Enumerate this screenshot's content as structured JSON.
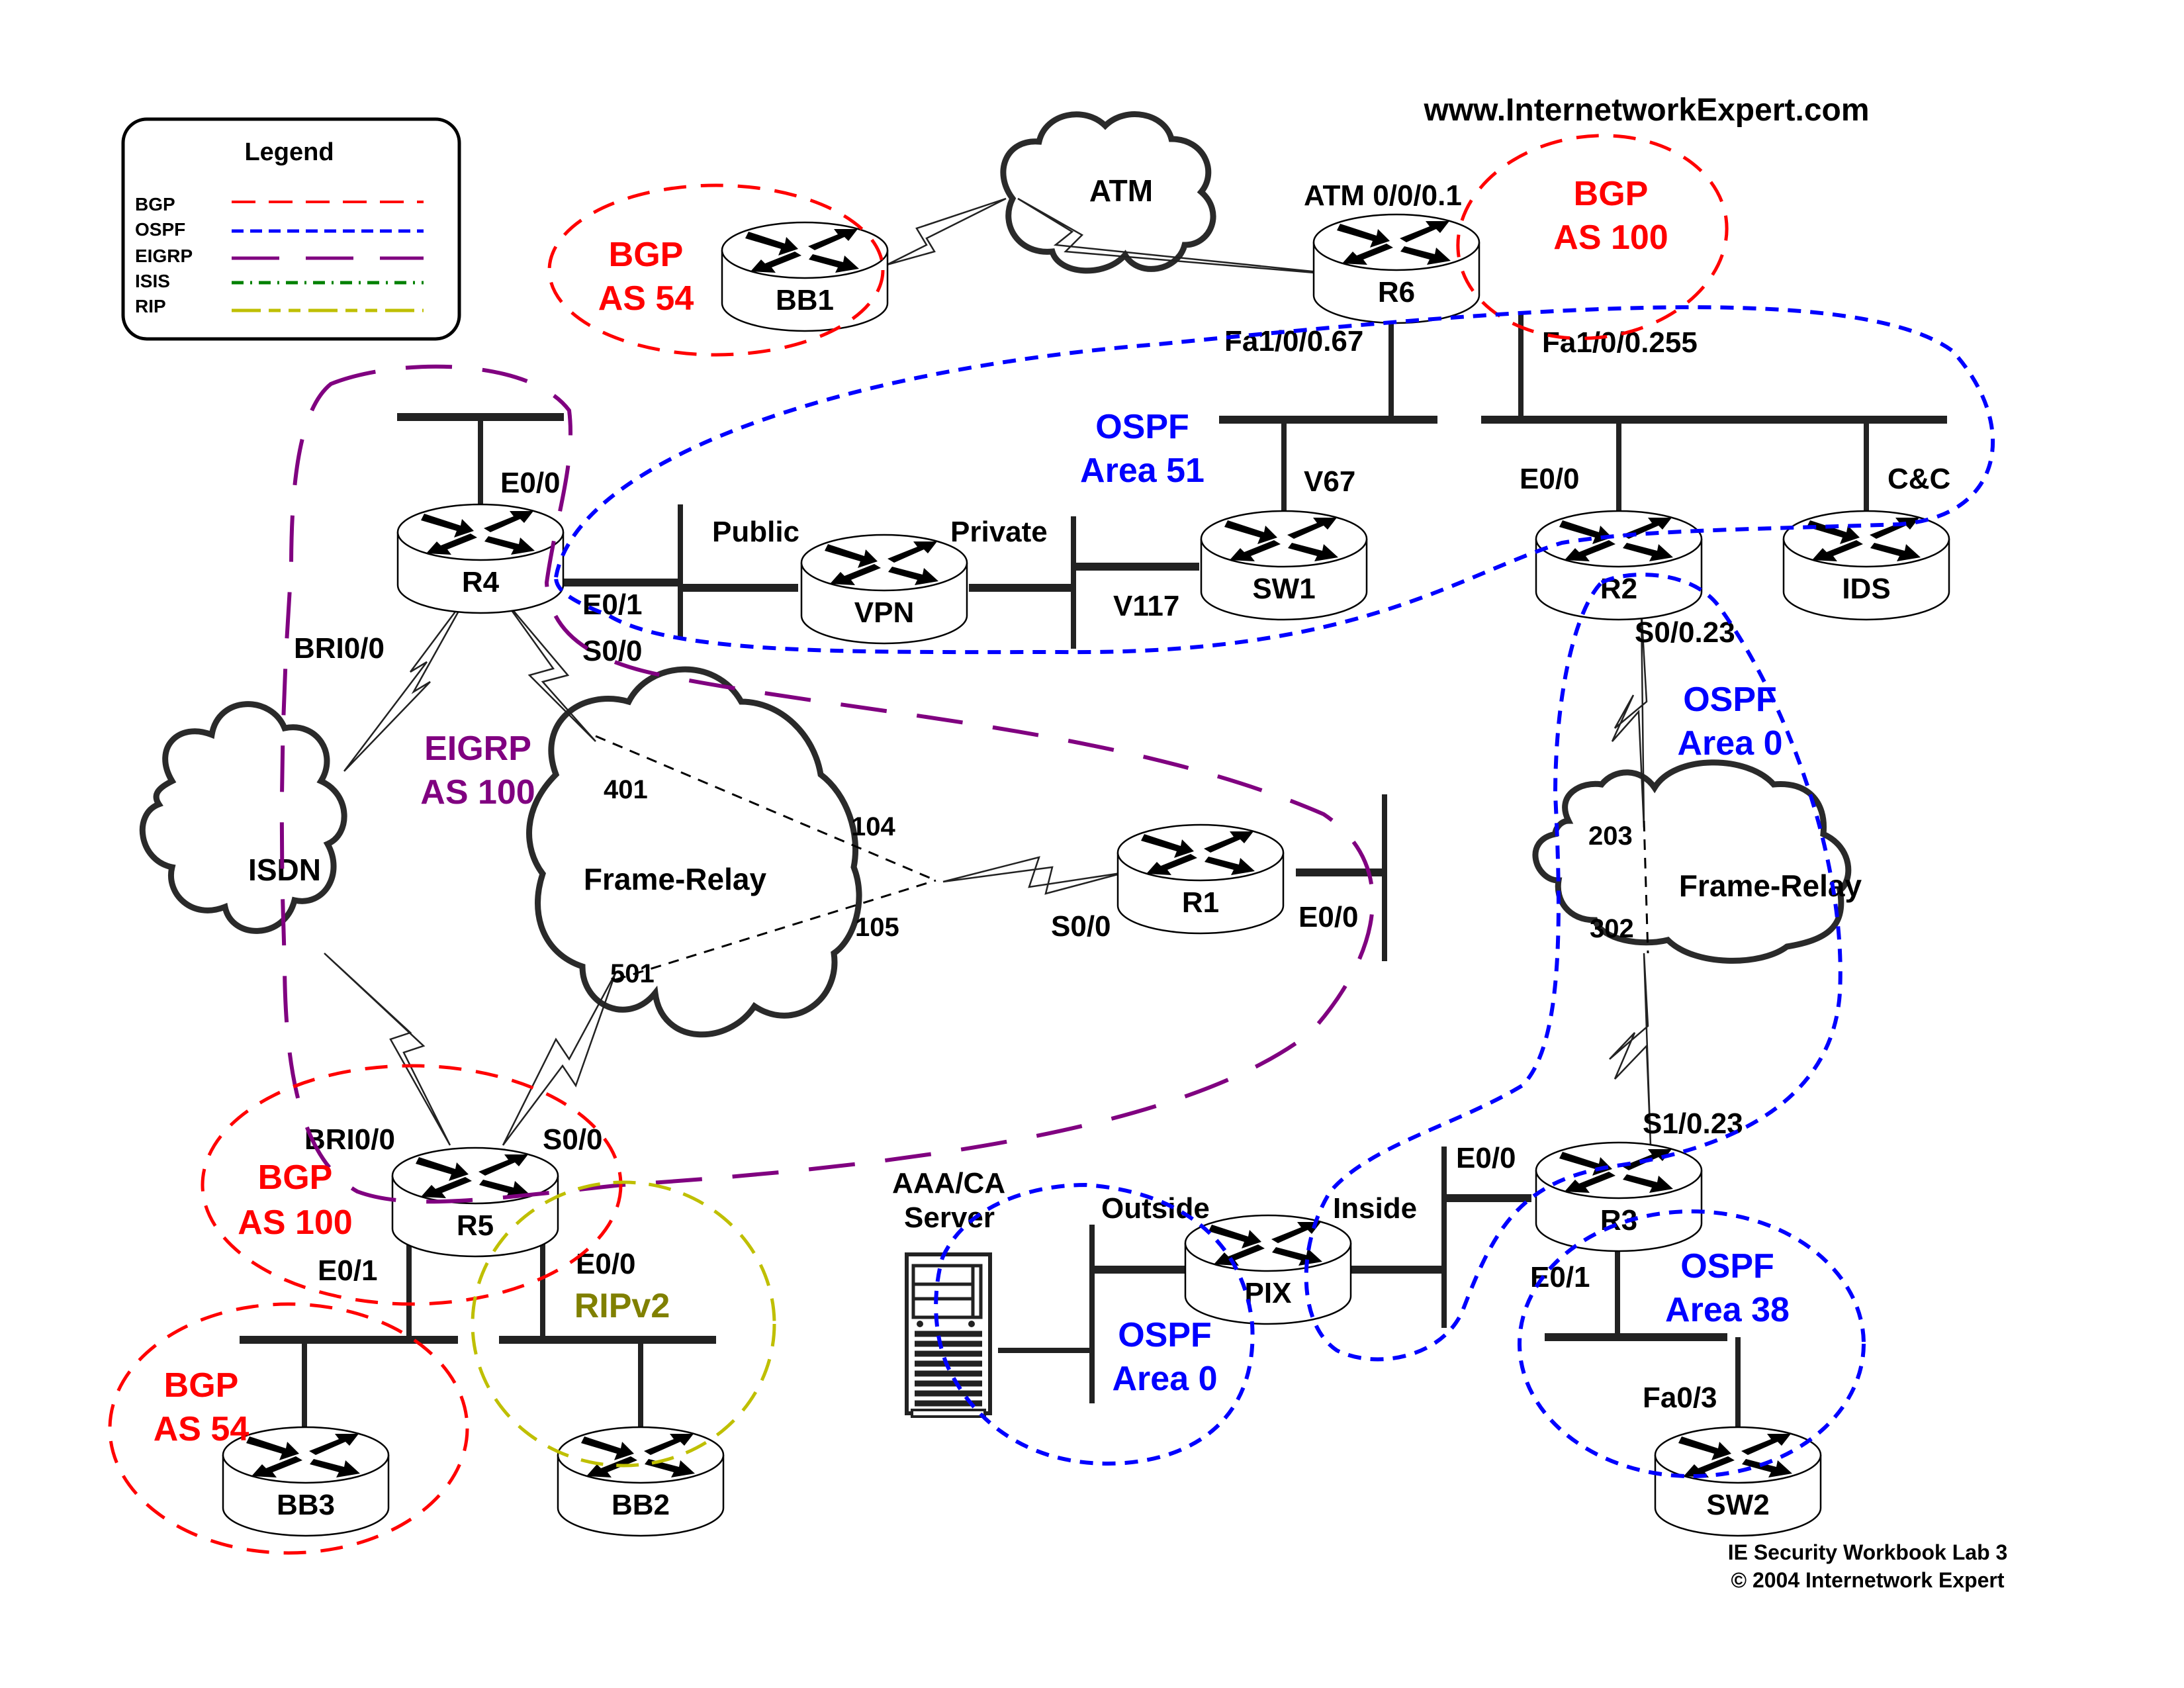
{
  "header": {
    "site": "www.InternetworkExpert.com"
  },
  "footer": {
    "line1": "IE Security Workbook Lab 3",
    "line2": "© 2004 Internetwork Expert"
  },
  "legend": {
    "title": "Legend",
    "items": [
      {
        "label": "BGP",
        "color": "#ff0000",
        "style": "long-dash"
      },
      {
        "label": "OSPF",
        "color": "#0000ff",
        "style": "short-dash"
      },
      {
        "label": "EIGRP",
        "color": "#800080",
        "style": "very-long-dash"
      },
      {
        "label": "ISIS",
        "color": "#008000",
        "style": "dash-dot"
      },
      {
        "label": "RIP",
        "color": "#bfbf00",
        "style": "dash-dot-dot"
      }
    ]
  },
  "colors": {
    "bgp": "#ff0000",
    "ospf": "#0000ff",
    "eigrp": "#800080",
    "rip": "#808000",
    "device": "#000000"
  },
  "devices": {
    "bb1": "BB1",
    "r6": "R6",
    "r4": "R4",
    "vpn": "VPN",
    "sw1": "SW1",
    "r2": "R2",
    "ids": "IDS",
    "r1": "R1",
    "r5": "R5",
    "bb3": "BB3",
    "bb2": "BB2",
    "pix": "PIX",
    "r3": "R3",
    "sw2": "SW2",
    "aaa_line1": "AAA/CA",
    "aaa_line2": "Server"
  },
  "clouds": {
    "atm": "ATM",
    "isdn": "ISDN",
    "fr_left": "Frame-Relay",
    "fr_right": "Frame-Relay"
  },
  "interfaces": {
    "r6_atm": "ATM 0/0/0.1",
    "r6_fa67": "Fa1/0/0.67",
    "r6_fa255": "Fa1/0/0.255",
    "r4_e00": "E0/0",
    "r4_e01": "E0/1",
    "r4_bri": "BRI0/0",
    "r4_s00": "S0/0",
    "vpn_public": "Public",
    "vpn_private": "Private",
    "sw1_v117": "V117",
    "sw1_v67": "V67",
    "r2_e00": "E0/0",
    "ids_cc": "C&C",
    "r2_s0023": "S0/0.23",
    "r1_s00": "S0/0",
    "r1_e00": "E0/0",
    "r5_bri": "BRI0/0",
    "r5_s00": "S0/0",
    "r5_e01": "E0/1",
    "r5_e00": "E0/0",
    "pix_outside": "Outside",
    "pix_inside": "Inside",
    "r3_e00": "E0/0",
    "r3_e01": "E0/1",
    "r3_s1023": "S1/0.23",
    "sw2_fa03": "Fa0/3"
  },
  "dlci": {
    "d401": "401",
    "d104": "104",
    "d105": "105",
    "d501": "501",
    "d203": "203",
    "d302": "302"
  },
  "protocols": {
    "bgp_as54_top": {
      "line1": "BGP",
      "line2": "AS 54"
    },
    "bgp_as100_top": {
      "line1": "BGP",
      "line2": "AS 100"
    },
    "ospf_area51": {
      "line1": "OSPF",
      "line2": "Area 51"
    },
    "eigrp_as100": {
      "line1": "EIGRP",
      "line2": "AS 100"
    },
    "ospf_area0_right": {
      "line1": "OSPF",
      "line2": "Area 0"
    },
    "bgp_as100_r5": {
      "line1": "BGP",
      "line2": "AS 100"
    },
    "bgp_as54_bb3": {
      "line1": "BGP",
      "line2": "AS 54"
    },
    "ripv2": "RIPv2",
    "ospf_area0_pix": {
      "line1": "OSPF",
      "line2": "Area 0"
    },
    "ospf_area38": {
      "line1": "OSPF",
      "line2": "Area 38"
    }
  }
}
